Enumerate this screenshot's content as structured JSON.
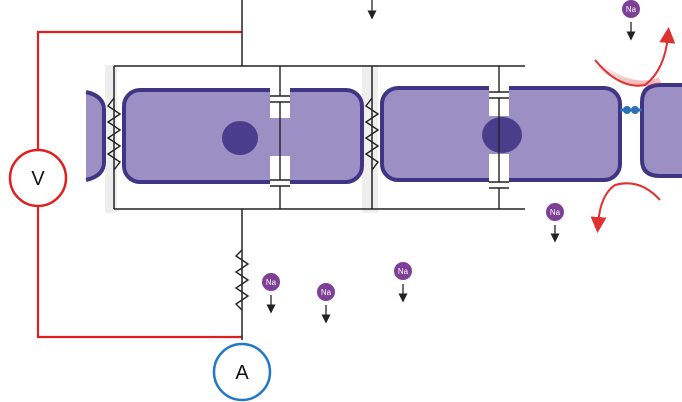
{
  "voltmeter": {
    "label": "V",
    "color": "#e02020"
  },
  "ammeter": {
    "label": "A",
    "color": "#1f78c8"
  },
  "ion_label": "Na",
  "colors": {
    "cell_fill": "#9b8fc4",
    "cell_border": "#3f3585",
    "nucleus": "#4a3d8c",
    "ion_badge": "#7e3f97",
    "wire": "#e02020",
    "arrow_red": "#e03030",
    "gap_junction": "#2f6fb5"
  }
}
